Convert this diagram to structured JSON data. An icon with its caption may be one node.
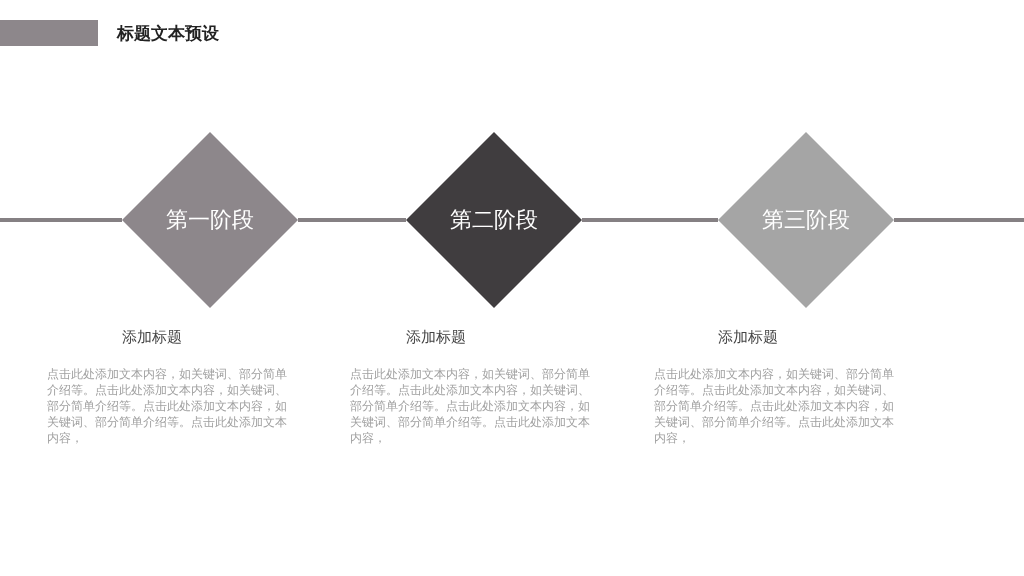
{
  "diagram": {
    "title": "标题文本预设",
    "nodes": [
      {
        "text": [
          "第一阶段"
        ],
        "beside": [
          "添加标题",
          "点击此处添加文本内容，如关键词、部分简单介绍等。点击此处添加文本内容，如关键词、部分简单介绍等。点击此处添加文本内容，如关键词、部分简单介绍等。点击此处添加文本内容，"
        ]
      },
      {
        "text": [
          "第二阶段"
        ],
        "beside": [
          "添加标题",
          "点击此处添加文本内容，如关键词、部分简单介绍等。点击此处添加文本内容，如关键词、部分简单介绍等。点击此处添加文本内容，如关键词、部分简单介绍等。点击此处添加文本内容，"
        ]
      },
      {
        "text": [
          "第三阶段"
        ],
        "beside": [
          "添加标题",
          "点击此处添加文本内容，如关键词、部分简单介绍等。点击此处添加文本内容，如关键词、部分简单介绍等。点击此处添加文本内容，如关键词、部分简单介绍等。点击此处添加文本内容，"
        ]
      }
    ],
    "edges": [
      {
        "from": null,
        "to": 0,
        "arrow": "none"
      },
      {
        "from": 0,
        "to": 1,
        "arrow": "none"
      },
      {
        "from": 1,
        "to": 2,
        "arrow": "none"
      },
      {
        "from": 2,
        "to": null,
        "arrow": "none"
      }
    ]
  }
}
